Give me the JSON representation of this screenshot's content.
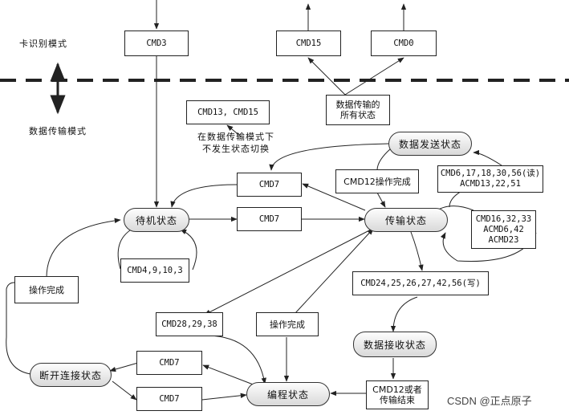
{
  "regions": {
    "card_id_mode": "卡识别模式",
    "data_transfer_mode": "数据传输模式"
  },
  "states": {
    "standby": "待机状态",
    "transfer": "传输状态",
    "sending_data": "数据发送状态",
    "receiving_data": "数据接收状态",
    "programming": "编程状态",
    "disconnect": "断开连接状态"
  },
  "boxes": {
    "cmd3": "CMD3",
    "cmd15": "CMD15",
    "cmd0": "CMD0",
    "all_states": "数据传输的\n所有状态",
    "cmd13_cmd15": "CMD13, CMD15",
    "cmd7_top": "CMD7",
    "cmd7_mid": "CMD7",
    "cmd12_done": "CMD12操作完成",
    "read_cmds": "CMD6,17,18,30,56(读)\nACMD13,22,51",
    "loop_cmds": "CMD16,32,33\nACMD6,42\nACMD23",
    "standby_loop": "CMD4,9,10,3",
    "op_done_left": "操作完成",
    "write_cmds": "CMD24,25,26,27,42,56(写)",
    "cmd28": "CMD28,29,38",
    "op_done_mid": "操作完成",
    "cmd12_or_end": "CMD12或者\n传输结束",
    "cmd7_bottom1": "CMD7",
    "cmd7_bottom2": "CMD7"
  },
  "note_no_switch": "在数据传输模式下\n不发生状态切换",
  "watermark": "CSDN @正点原子"
}
